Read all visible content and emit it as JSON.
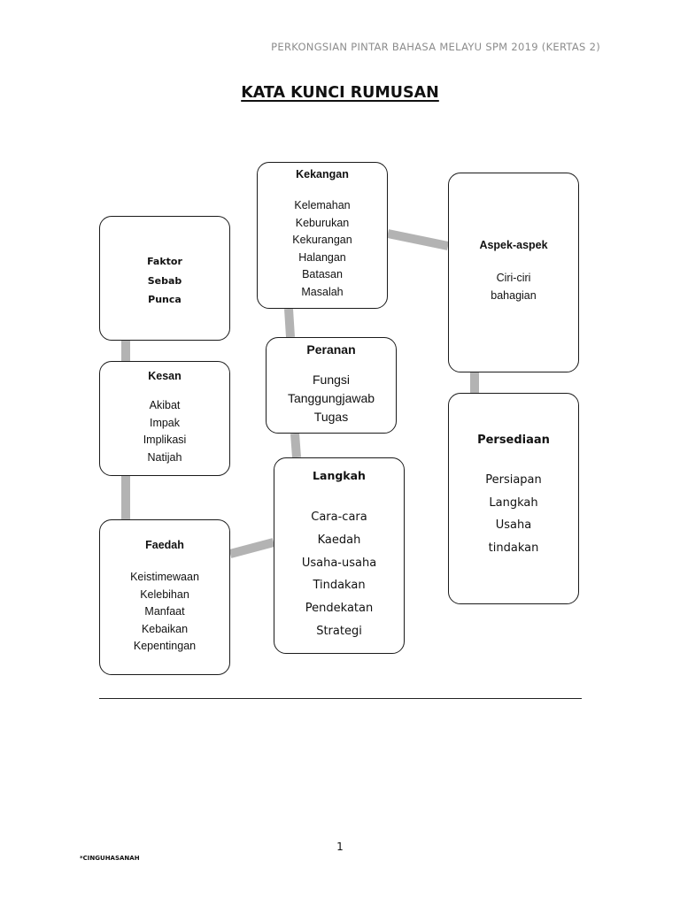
{
  "header": {
    "text": "PERKONGSIAN PINTAR BAHASA MELAYU SPM 2019 (KERTAS 2)"
  },
  "title": "KATA KUNCI RUMUSAN",
  "boxes": {
    "faktor": {
      "heading": "",
      "items": [
        "Faktor",
        "Sebab",
        "Punca"
      ]
    },
    "kekangan": {
      "heading": "Kekangan",
      "items": [
        "Kelemahan",
        "Keburukan",
        "Kekurangan",
        "Halangan",
        "Batasan",
        "Masalah"
      ]
    },
    "aspek": {
      "heading": "Aspek-aspek",
      "items": [
        "Ciri-ciri",
        "bahagian"
      ]
    },
    "peranan": {
      "heading": "Peranan",
      "items": [
        "Fungsi",
        "Tanggungjawab",
        "Tugas"
      ]
    },
    "kesan": {
      "heading": "Kesan",
      "items": [
        "Akibat",
        "Impak",
        "Implikasi",
        "Natijah"
      ]
    },
    "persediaan": {
      "heading": "Persediaan",
      "items": [
        "Persiapan",
        "Langkah",
        "Usaha",
        "tindakan"
      ]
    },
    "langkah": {
      "heading": "Langkah",
      "items": [
        "Cara-cara",
        "Kaedah",
        "Usaha-usaha",
        "Tindakan",
        "Pendekatan",
        "Strategi"
      ]
    },
    "faedah": {
      "heading": "Faedah",
      "items": [
        "Keistimewaan",
        "Kelebihan",
        "Manfaat",
        "Kebaikan",
        "Kepentingan"
      ]
    }
  },
  "colors": {
    "connector": "#b3b3b3",
    "border": "#1a1a1a",
    "header": "#8c8c8c"
  },
  "page_number": "1",
  "footer_note": "*CINGUHASANAH"
}
